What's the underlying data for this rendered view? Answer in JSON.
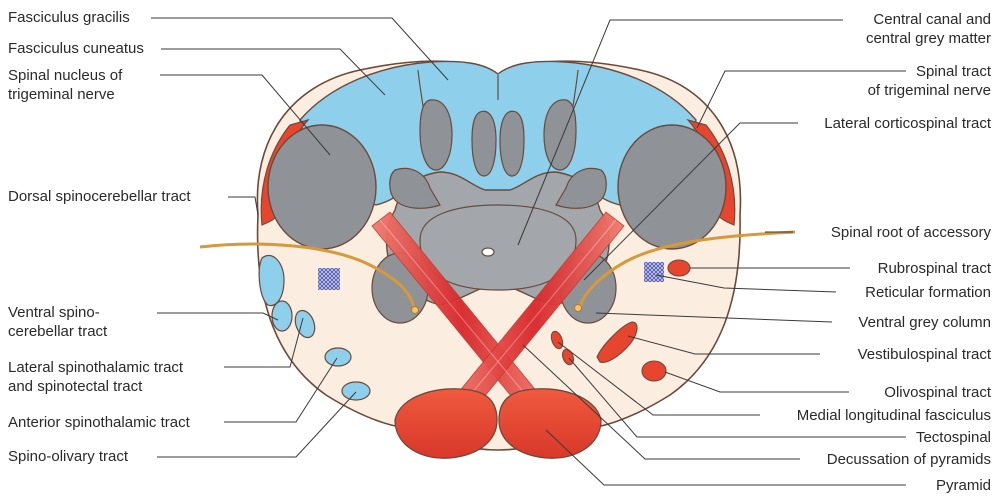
{
  "labels": {
    "fasciculus_gracilis": "Fasciculus gracilis",
    "fasciculus_cuneatus": "Fasciculus cuneatus",
    "spinal_nucleus_line1": "Spinal nucleus of",
    "spinal_nucleus_line2": "trigeminal nerve",
    "dorsal_spinocerebellar": "Dorsal spinocerebellar tract",
    "ventral_spino_line1": "Ventral spino-",
    "ventral_spino_line2": "cerebellar tract",
    "lateral_spinothalamic_line1": "Lateral spinothalamic tract",
    "lateral_spinothalamic_line2": "and spinotectal tract",
    "anterior_spinothalamic": "Anterior spinothalamic tract",
    "spino_olivary": "Spino-olivary tract",
    "central_canal_line1": "Central canal and",
    "central_canal_line2": "central grey matter",
    "spinal_tract_line1": "Spinal tract",
    "spinal_tract_line2": "of trigeminal nerve",
    "lateral_corticospinal": "Lateral corticospinal tract",
    "spinal_root_accessory": "Spinal root of accessory",
    "rubrospinal": "Rubrospinal tract",
    "reticular_formation": "Reticular formation",
    "ventral_grey_column": "Ventral grey column",
    "vestibulospinal": "Vestibulospinal tract",
    "olivospinal": "Olivospinal tract",
    "medial_longitudinal": "Medial longitudinal fasciculus",
    "tectospinal": "Tectospinal",
    "decussation": "Decussation of pyramids",
    "pyramid": "Pyramid"
  },
  "colors": {
    "white_matter": "#fbeee0",
    "dorsal_columns": "#8ecfeb",
    "grey_matter": "#8f9296",
    "tract_red": "#e8452f",
    "corticospinal": "#e23a32",
    "accessory_root": "#d79a3a",
    "reticular": "#5a63b8",
    "outline": "#6b4a3a",
    "leader": "#3a3a3a"
  }
}
